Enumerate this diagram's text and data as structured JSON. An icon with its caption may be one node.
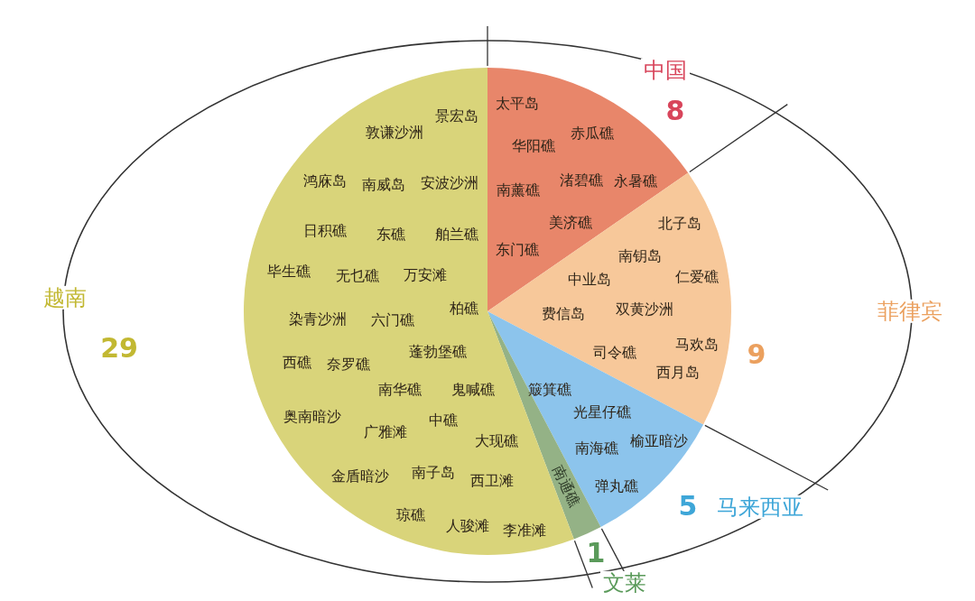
{
  "diagram": {
    "labels": [
      "景宏岛",
      "敦谦沙洲",
      "鸿庥岛",
      "南威岛",
      "安波沙洲",
      "日积礁",
      "东礁",
      "舶兰礁",
      "毕生礁",
      "无乜礁",
      "万安滩",
      "柏礁",
      "染青沙洲",
      "六门礁",
      "蓬勃堡礁",
      "西礁",
      "奈罗礁",
      "南华礁",
      "鬼喊礁",
      "奥南暗沙",
      "广雅滩",
      "中礁",
      "大现礁",
      "金盾暗沙",
      "南子岛",
      "西卫滩",
      "琼礁",
      "人骏滩",
      "李准滩",
      "太平岛",
      "华阳礁",
      "赤瓜礁",
      "南薰礁",
      "渚碧礁",
      "永暑礁",
      "美济礁",
      "东门礁",
      "北子岛",
      "南钥岛",
      "中业岛",
      "仁爱礁",
      "费信岛",
      "双黄沙洲",
      "马欢岛",
      "司令礁",
      "西月岛",
      "簸箕礁",
      "光星仔礁",
      "南海礁",
      "榆亚暗沙",
      "弹丸礁",
      "南通礁"
    ],
    "chart_data": {
      "type": "pie",
      "categories": [
        "中国",
        "菲律宾",
        "马来西亚",
        "文莱",
        "越南"
      ],
      "values": [
        8,
        9,
        5,
        1,
        29
      ],
      "data_labels": true
    }
  }
}
